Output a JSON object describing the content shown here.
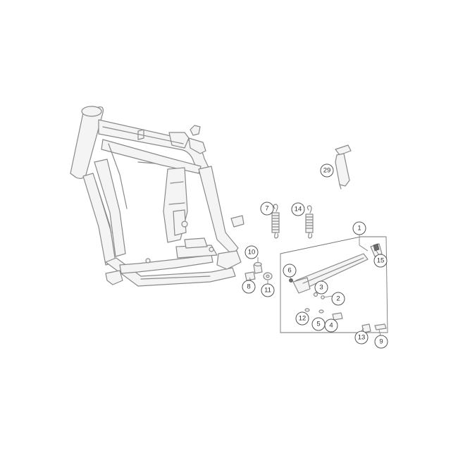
{
  "callouts": [
    {
      "id": "c1",
      "label": "1"
    },
    {
      "id": "c2",
      "label": "2"
    },
    {
      "id": "c3",
      "label": "3"
    },
    {
      "id": "c4",
      "label": "4"
    },
    {
      "id": "c5",
      "label": "5"
    },
    {
      "id": "c6",
      "label": "6"
    },
    {
      "id": "c7",
      "label": "7"
    },
    {
      "id": "c8",
      "label": "8"
    },
    {
      "id": "c9",
      "label": "9"
    },
    {
      "id": "c10",
      "label": "10"
    },
    {
      "id": "c11",
      "label": "11"
    },
    {
      "id": "c12",
      "label": "12"
    },
    {
      "id": "c13",
      "label": "13"
    },
    {
      "id": "c14",
      "label": "14"
    },
    {
      "id": "c15",
      "label": "15"
    },
    {
      "id": "c29",
      "label": "29"
    }
  ]
}
